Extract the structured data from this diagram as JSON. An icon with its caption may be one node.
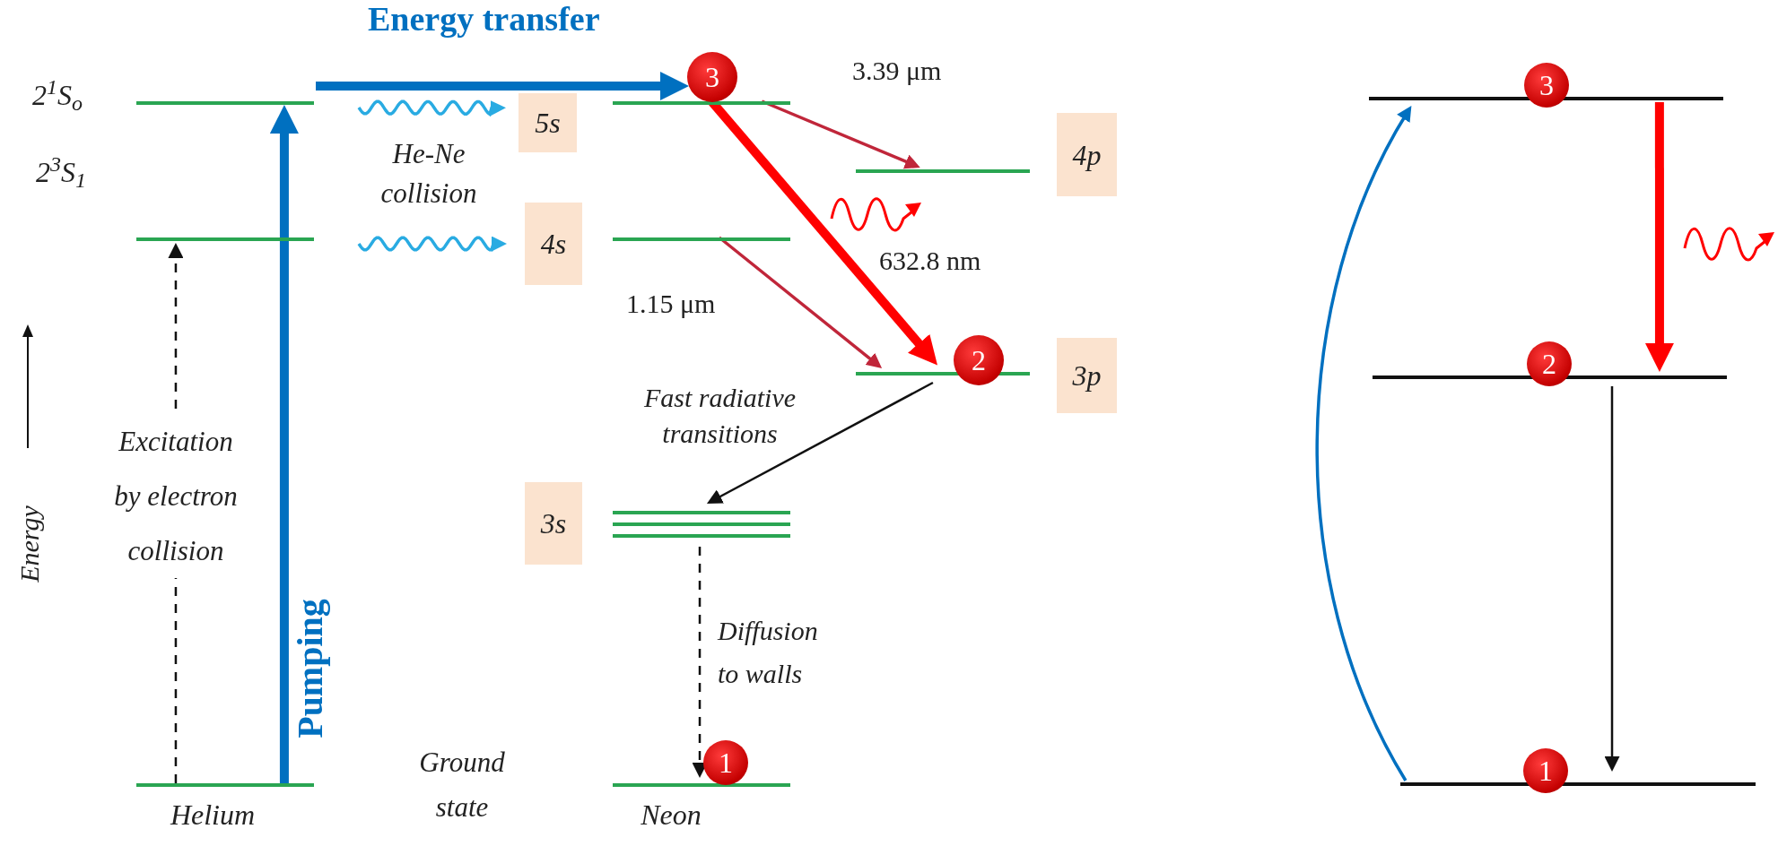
{
  "diagram": {
    "nodes": [
      {
        "text": [],
        "shape": "bar",
        "beside": [
          "2$^{1}$S$_{o}$"
        ]
      },
      {
        "text": [],
        "shape": "bar",
        "beside": [
          "2$^{3}$S$_{1}$"
        ]
      },
      {
        "text": [],
        "shape": "bar",
        "beside": [
          "Helium"
        ]
      },
      {
        "text": [
          "5s"
        ]
      },
      {
        "text": [
          "4s"
        ]
      },
      {
        "text": [
          "3"
        ]
      },
      {
        "text": [],
        "shape": "bar"
      },
      {
        "text": [],
        "shape": "bar"
      },
      {
        "text": [
          "4p"
        ]
      },
      {
        "text": [],
        "shape": "bar"
      },
      {
        "text": [
          "2"
        ]
      },
      {
        "text": [],
        "shape": "bar"
      },
      {
        "text": [
          "3p"
        ]
      },
      {
        "text": [
          "3s"
        ]
      },
      {
        "text": [],
        "shape": "bar"
      },
      {
        "text": [
          "1"
        ]
      },
      {
        "text": [],
        "shape": "bar",
        "beside": [
          "Neon"
        ]
      },
      {
        "text": [],
        "shape": "bar"
      },
      {
        "text": [
          "3"
        ]
      },
      {
        "text": [],
        "shape": "bar"
      },
      {
        "text": [
          "2"
        ]
      },
      {
        "text": [],
        "shape": "bar"
      },
      {
        "text": [
          "1"
        ]
      }
    ],
    "edges": [
      {
        "from": 2,
        "to": 0,
        "arrow": "to",
        "label": "Pumping",
        "style": "thick",
        "color": "#0070c0"
      },
      {
        "from": 2,
        "to": 1,
        "arrow": "to",
        "label": "Excitation by electron collision",
        "style": "dashed"
      },
      {
        "from": 0,
        "to": 5,
        "arrow": "to",
        "label": "Energy transfer",
        "style": "thick",
        "color": "#0070c0"
      },
      {
        "from": 0,
        "to": 3,
        "arrow": "to",
        "color": "#29abe2"
      },
      {
        "from": 1,
        "to": 4,
        "arrow": "to",
        "color": "#29abe2"
      },
      {
        "from": 6,
        "to": 9,
        "arrow": "to",
        "label": "3.39 μm",
        "color": "#c0263a"
      },
      {
        "from": 7,
        "to": 11,
        "arrow": "to",
        "label": "1.15 μm",
        "color": "#c0263a"
      },
      {
        "from": 5,
        "to": 10,
        "arrow": "to",
        "label": "632.8 nm",
        "style": "thick",
        "color": "#ff0000"
      },
      {
        "from": 11,
        "to": 14,
        "arrow": "to",
        "label": "Fast radiative transitions"
      },
      {
        "from": 14,
        "to": 16,
        "arrow": "to",
        "label": "Diffusion to walls",
        "style": "dashed"
      },
      {
        "from": 21,
        "to": 17,
        "arrow": "to",
        "color": "#0070c0"
      },
      {
        "from": 17,
        "to": 19,
        "arrow": "to",
        "style": "thick",
        "color": "#ff0000"
      },
      {
        "from": 19,
        "to": 21,
        "arrow": "to"
      }
    ],
    "labels": [
      "He-Ne collision",
      "Energy",
      "Ground state"
    ]
  }
}
